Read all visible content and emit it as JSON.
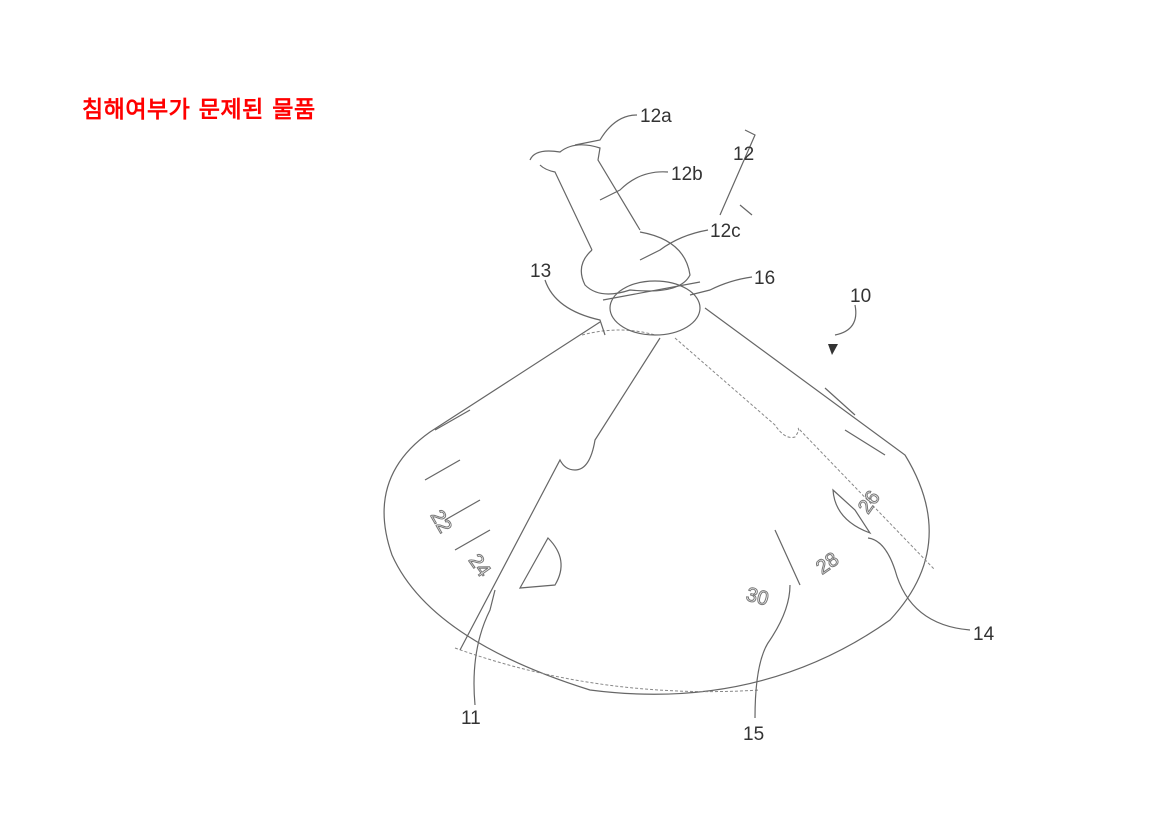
{
  "title": "침해여부가 문제된 물품",
  "references": {
    "r12a": "12a",
    "r12": "12",
    "r12b": "12b",
    "r12c": "12c",
    "r13": "13",
    "r16": "16",
    "r10": "10",
    "r14": "14",
    "r11": "11",
    "r15": "15"
  },
  "scale_marks": {
    "s22": "22",
    "s24": "24",
    "s26": "26",
    "s28": "28",
    "s30": "30"
  },
  "colors": {
    "title": "#ff0000",
    "line": "#666666"
  }
}
